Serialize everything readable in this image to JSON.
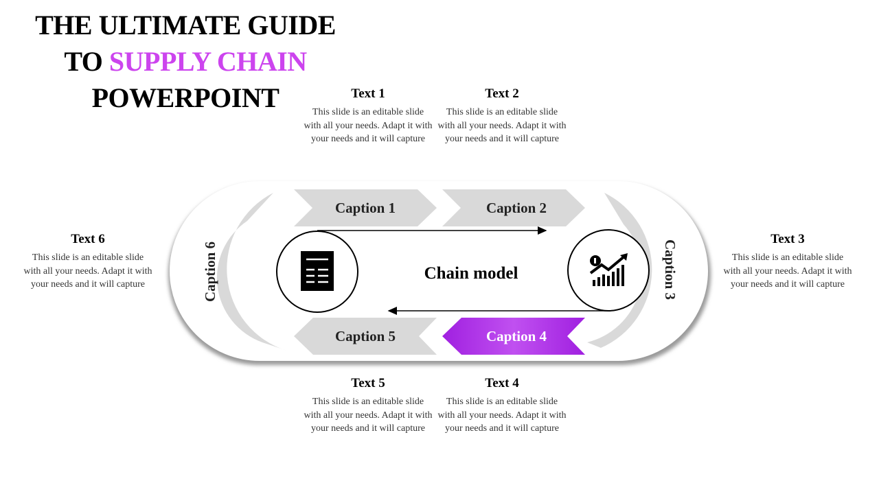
{
  "title": {
    "line1": "THE ULTIMATE GUIDE",
    "line2_prefix": "TO ",
    "line2_accent": "SUPPLY CHAIN",
    "line3": "POWERPOINT",
    "accent_color": "#cc44ee"
  },
  "center_label": "Chain model",
  "captions": {
    "c1": "Caption 1",
    "c2": "Caption 2",
    "c3": "Caption 3",
    "c4": "Caption 4",
    "c5": "Caption 5",
    "c6": "Caption 6"
  },
  "highlight_color": "#a020e0",
  "texts": {
    "t1": {
      "heading": "Text 1",
      "body": "This slide is an editable slide with all your needs. Adapt it with your needs and it will capture"
    },
    "t2": {
      "heading": "Text 2",
      "body": "This slide is an editable slide with all your needs. Adapt it with your needs and it will capture"
    },
    "t3": {
      "heading": "Text 3",
      "body": "This slide is an editable slide with all your needs. Adapt it with your needs and it will capture"
    },
    "t4": {
      "heading": "Text 4",
      "body": "This slide is an editable slide with all your needs. Adapt it with your needs and it will capture"
    },
    "t5": {
      "heading": "Text 5",
      "body": "This slide is an editable slide with all your needs. Adapt it with your needs and it will capture"
    },
    "t6": {
      "heading": "Text 6",
      "body": "This slide is an editable slide with all your needs. Adapt it with your needs and it will capture"
    }
  },
  "icons": {
    "left": "document-icon",
    "right": "growth-chart-icon"
  }
}
